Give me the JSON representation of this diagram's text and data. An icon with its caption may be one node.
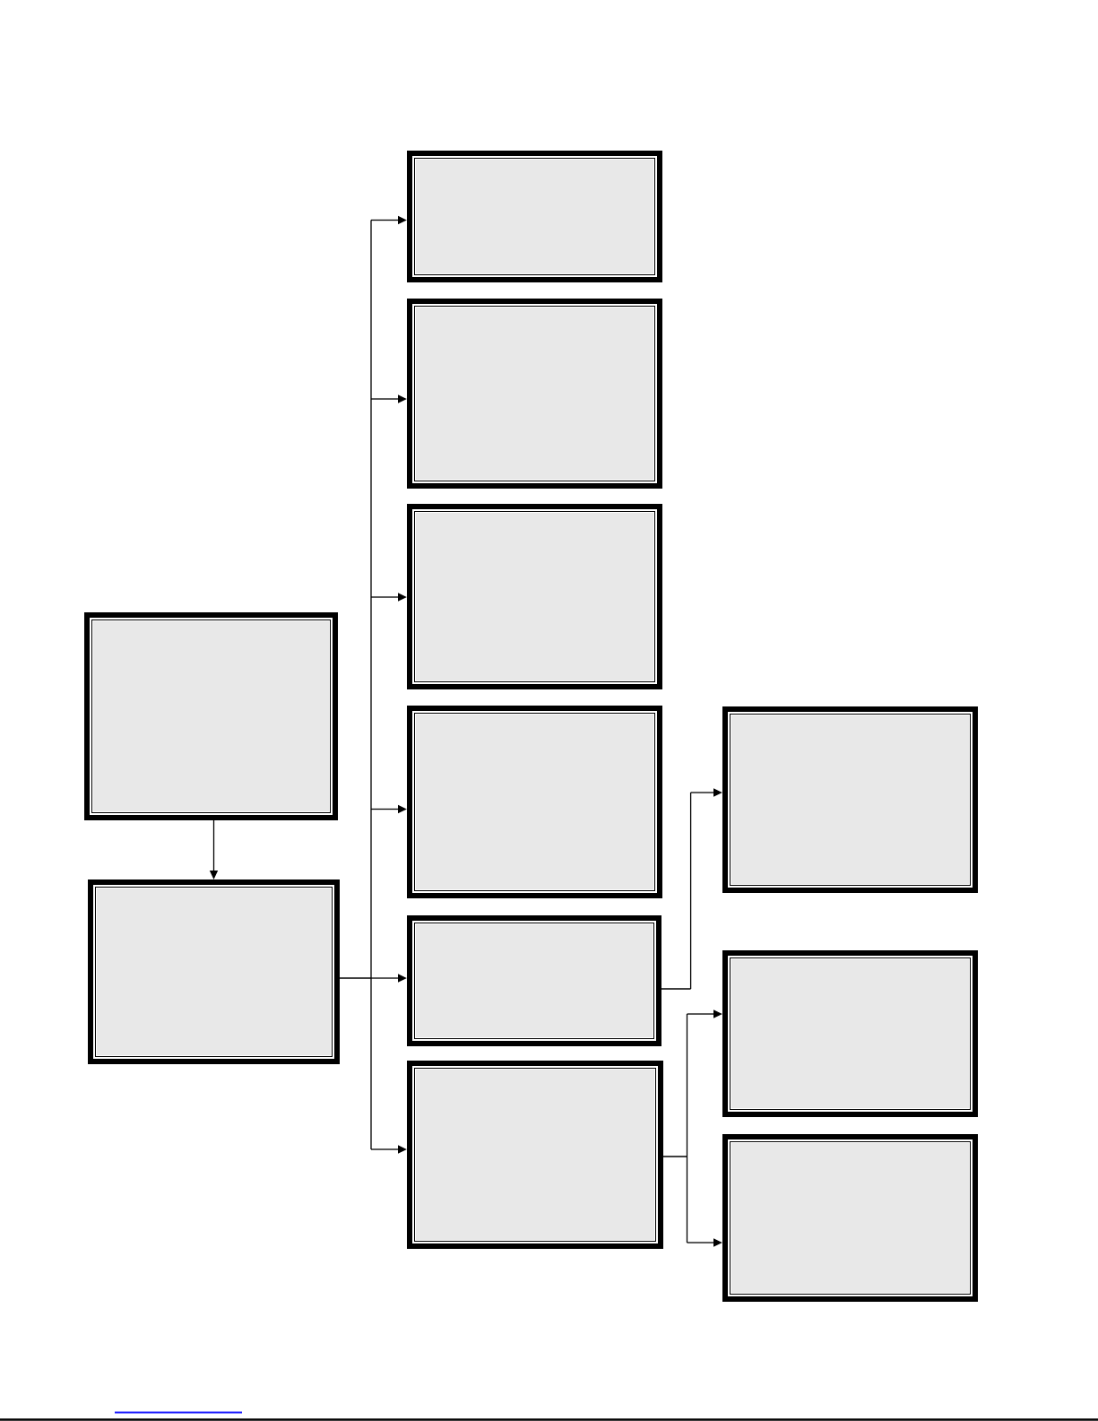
{
  "diagram": {
    "nodes": [
      {
        "text": [],
        "shape": "box"
      },
      {
        "text": [],
        "shape": "box"
      },
      {
        "text": [],
        "shape": "box"
      },
      {
        "text": [],
        "shape": "box"
      },
      {
        "text": [],
        "shape": "box"
      },
      {
        "text": [],
        "shape": "box"
      },
      {
        "text": [],
        "shape": "box"
      },
      {
        "text": [],
        "shape": "box"
      },
      {
        "text": [],
        "shape": "box"
      },
      {
        "text": [],
        "shape": "box"
      },
      {
        "text": [],
        "shape": "box"
      }
    ],
    "edges": [
      {
        "from": 0,
        "to": 1,
        "arrow": "to"
      },
      {
        "from": 1,
        "to": 2,
        "arrow": "to"
      },
      {
        "from": 1,
        "to": 3,
        "arrow": "to"
      },
      {
        "from": 1,
        "to": 4,
        "arrow": "to"
      },
      {
        "from": 1,
        "to": 5,
        "arrow": "to"
      },
      {
        "from": 1,
        "to": 6,
        "arrow": "to"
      },
      {
        "from": 1,
        "to": 7,
        "arrow": "to"
      },
      {
        "from": 6,
        "to": 8,
        "arrow": "to"
      },
      {
        "from": 7,
        "to": 9,
        "arrow": "to"
      },
      {
        "from": 7,
        "to": 10,
        "arrow": "to"
      }
    ]
  }
}
